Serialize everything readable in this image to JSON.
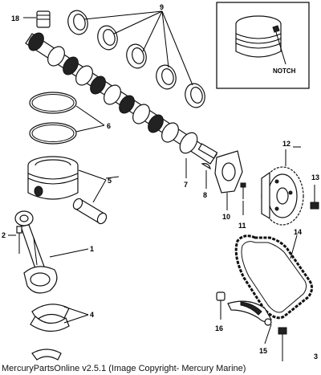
{
  "callouts": {
    "c1": "1",
    "c2": "2",
    "c3": "3",
    "c4": "4",
    "c5": "5",
    "c6": "6",
    "c7": "7",
    "c8": "8",
    "c9": "9",
    "c10": "10",
    "c11": "11",
    "c12": "12",
    "c13": "13",
    "c14": "14",
    "c15": "15",
    "c16": "16",
    "c18": "18"
  },
  "inset": {
    "label": "NOTCH"
  },
  "footer": {
    "copyright": "MercuryPartsOnline v2.5.1 (Image Copyright- Mercury Marine)"
  }
}
